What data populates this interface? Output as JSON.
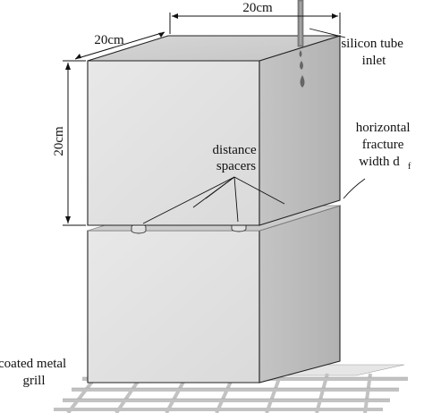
{
  "labels": {
    "dim_top_width": "20cm",
    "dim_depth": "20cm",
    "dim_height": "20cm",
    "silicon_tube_inlet": [
      "silicon tube",
      "inlet"
    ],
    "distance_spacers": [
      "distance",
      "spacers"
    ],
    "horizontal_fracture": [
      "horizontal",
      "fracture",
      "width d"
    ],
    "fracture_subscript": "f",
    "coated_metal_grill": [
      "coated metal",
      "grill"
    ]
  },
  "colors": {
    "front_face": "#e2e2e2",
    "side_face": "#bdbdbd",
    "top_face": "#cfcfcf",
    "grill_bar": "#c9c9c9",
    "tube": "#888888"
  }
}
